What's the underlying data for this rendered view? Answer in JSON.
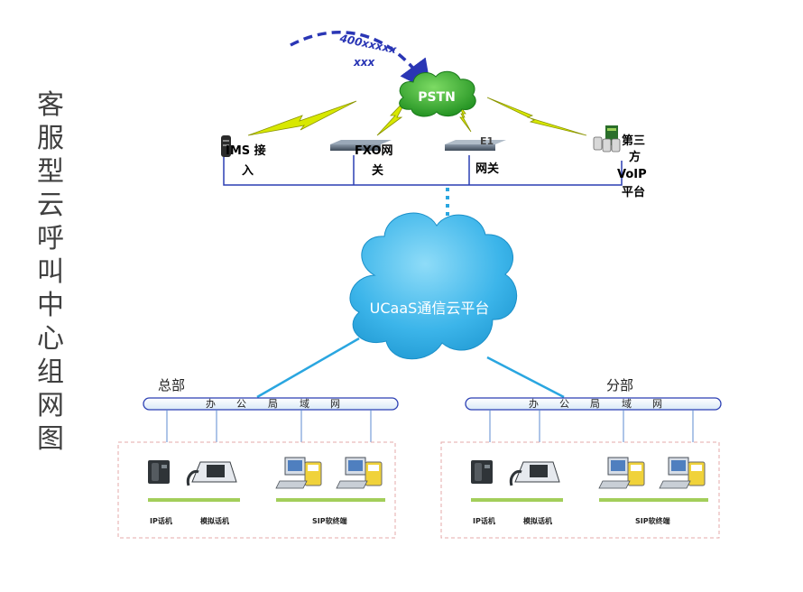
{
  "title": "客服型云呼叫中心组网图",
  "pstn": {
    "cloud_label": "PSTN",
    "number_line1": "400xxxxx",
    "number_line2": "xxx"
  },
  "gateways": {
    "ims_line1": "IMS 接",
    "ims_line2": "入",
    "fxo_line1": "FXO网",
    "fxo_line2": "关",
    "e1_top": "E1",
    "e1_label": "网关",
    "voip_line1": "第三",
    "voip_line2": "方",
    "voip_line3": "VoIP",
    "voip_line4": "平台"
  },
  "center_cloud": {
    "label": "UCaaS通信云平台"
  },
  "hq": {
    "name": "总部",
    "lan_chars": [
      "办",
      "公",
      "局",
      "域",
      "网"
    ],
    "ip_phone": "IP话机",
    "analog_phone": "模拟话机",
    "sip_terminal": "SIP软终端"
  },
  "branch": {
    "name": "分部",
    "lan_chars": [
      "办",
      "公",
      "局",
      "域",
      "网"
    ],
    "ip_phone": "IP话机",
    "analog_phone": "模拟话机",
    "sip_terminal": "SIP软终端"
  },
  "colors": {
    "cloud_green": "#2fae2c",
    "cloud_blue": "#29a9df",
    "arrow_blue": "#2a36b5",
    "line_blue": "#2b3fb3",
    "lightning": "#d8e800",
    "label_bar": "#a3ce5a",
    "dashed_box": "#e4a9a9"
  }
}
